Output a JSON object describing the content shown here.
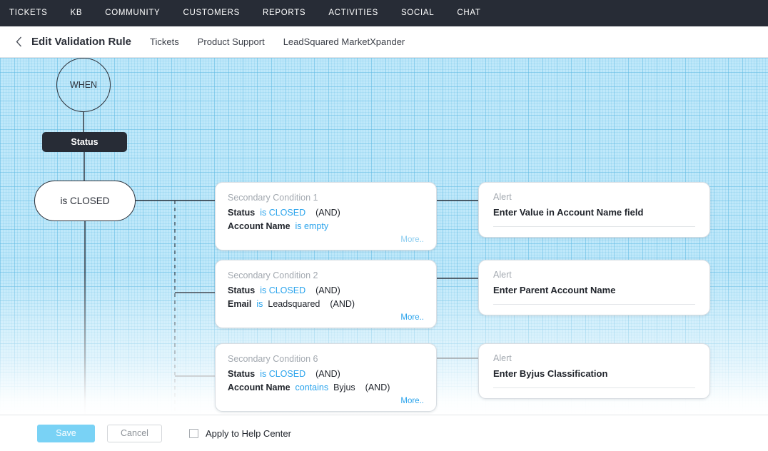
{
  "topnav": {
    "items": [
      {
        "label": "TICKETS"
      },
      {
        "label": "KB"
      },
      {
        "label": "COMMUNITY"
      },
      {
        "label": "CUSTOMERS"
      },
      {
        "label": "REPORTS"
      },
      {
        "label": "ACTIVITIES"
      },
      {
        "label": "SOCIAL"
      },
      {
        "label": "CHAT"
      }
    ]
  },
  "breadcrumb": {
    "back_icon": "chevron-left-icon",
    "title": "Edit Validation Rule",
    "crumbs": [
      {
        "label": "Tickets"
      },
      {
        "label": "Product Support"
      },
      {
        "label": "LeadSquared MarketXpander"
      }
    ]
  },
  "flow": {
    "trigger_node": "WHEN",
    "field_node": "Status",
    "value_node": "is CLOSED",
    "conditions": [
      {
        "title": "Secondary Condition 1",
        "rows": [
          {
            "field": "Status",
            "operator": "is CLOSED",
            "value": "",
            "conjunction": "(AND)"
          },
          {
            "field": "Account Name",
            "operator": "is empty",
            "value": "",
            "conjunction": ""
          }
        ],
        "more_label": "More.."
      },
      {
        "title": "Secondary Condition 2",
        "rows": [
          {
            "field": "Status",
            "operator": "is CLOSED",
            "value": "",
            "conjunction": "(AND)"
          },
          {
            "field": "Email",
            "operator": "is",
            "value": "Leadsquared",
            "conjunction": "(AND)"
          }
        ],
        "more_label": "More.."
      },
      {
        "title": "Secondary Condition 6",
        "rows": [
          {
            "field": "Status",
            "operator": "is CLOSED",
            "value": "",
            "conjunction": "(AND)"
          },
          {
            "field": "Account Name",
            "operator": "contains",
            "value": "Byjus",
            "conjunction": "(AND)"
          }
        ],
        "more_label": "More.."
      }
    ],
    "alerts": [
      {
        "label": "Alert",
        "text": "Enter Value in Account Name field"
      },
      {
        "label": "Alert",
        "text": "Enter Parent Account Name"
      },
      {
        "label": "Alert",
        "text": "Enter Byjus Classification"
      }
    ]
  },
  "footer": {
    "save_label": "Save",
    "cancel_label": "Cancel",
    "checkbox_label": "Apply to Help Center",
    "checkbox_checked": false
  },
  "colors": {
    "nav_bg": "#272c36",
    "canvas_grid": "#bfe8fa",
    "accent_blue": "#29a3ec",
    "save_button": "#79d2f5"
  }
}
